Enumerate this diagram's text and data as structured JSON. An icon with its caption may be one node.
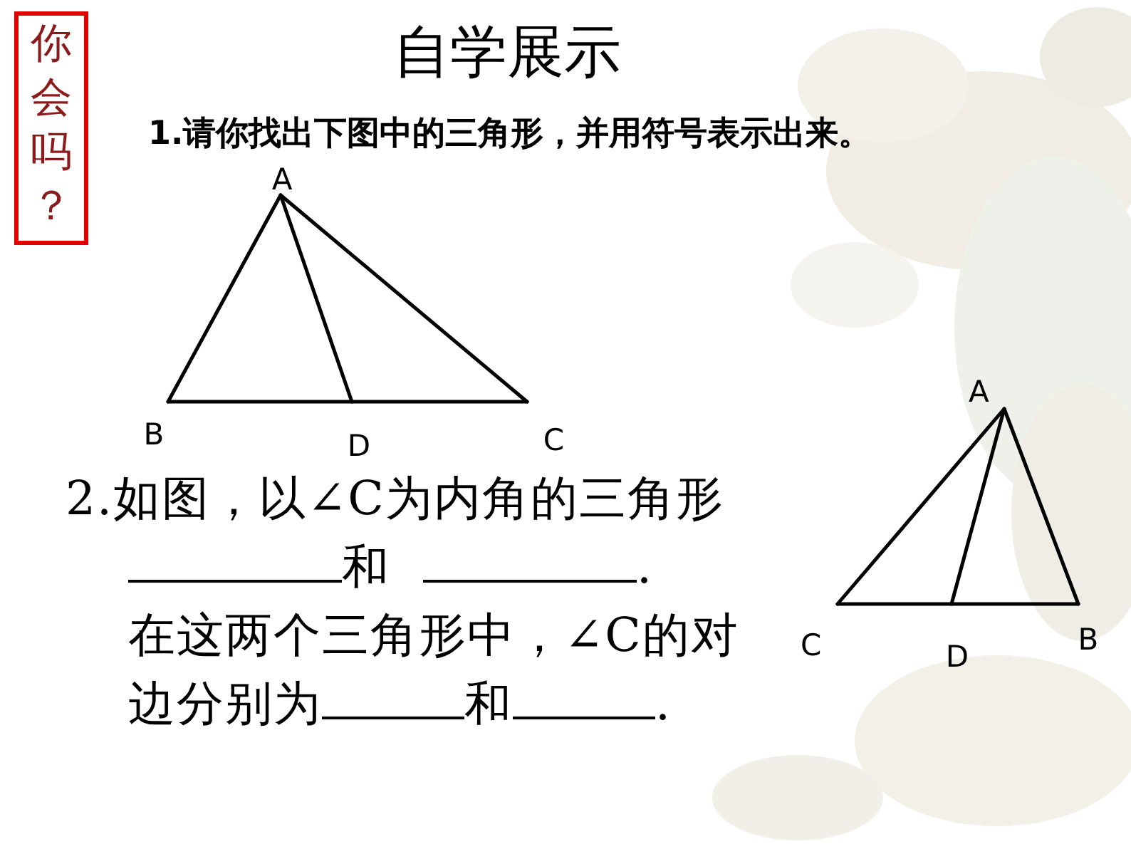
{
  "diagram": {
    "title": "自学展示",
    "nodes": [
      {
        "text": [
          "你会吗？"
        ]
      },
      {
        "text": [
          "A"
        ]
      },
      {
        "text": [
          "B"
        ]
      },
      {
        "text": [
          "D"
        ]
      },
      {
        "text": [
          "C"
        ]
      },
      {
        "text": [
          "A"
        ]
      },
      {
        "text": [
          "C"
        ]
      },
      {
        "text": [
          "D"
        ]
      },
      {
        "text": [
          "B"
        ]
      }
    ],
    "edges": [
      {
        "from": 1,
        "to": 2,
        "arrow": "none"
      },
      {
        "from": 1,
        "to": 3,
        "arrow": "none"
      },
      {
        "from": 1,
        "to": 4,
        "arrow": "none"
      },
      {
        "from": 2,
        "to": 4,
        "arrow": "none"
      },
      {
        "from": 5,
        "to": 6,
        "arrow": "none"
      },
      {
        "from": 5,
        "to": 7,
        "arrow": "none"
      },
      {
        "from": 5,
        "to": 8,
        "arrow": "none"
      },
      {
        "from": 6,
        "to": 8,
        "arrow": "none"
      }
    ],
    "labels": [
      "1.请你找出下图中的三角形，并用符号表示出来。",
      "2.如图，以∠C为内角的三角形",
      "和",
      ".",
      "在这两个三角形中，∠C的对边分别为",
      "和",
      "."
    ]
  }
}
